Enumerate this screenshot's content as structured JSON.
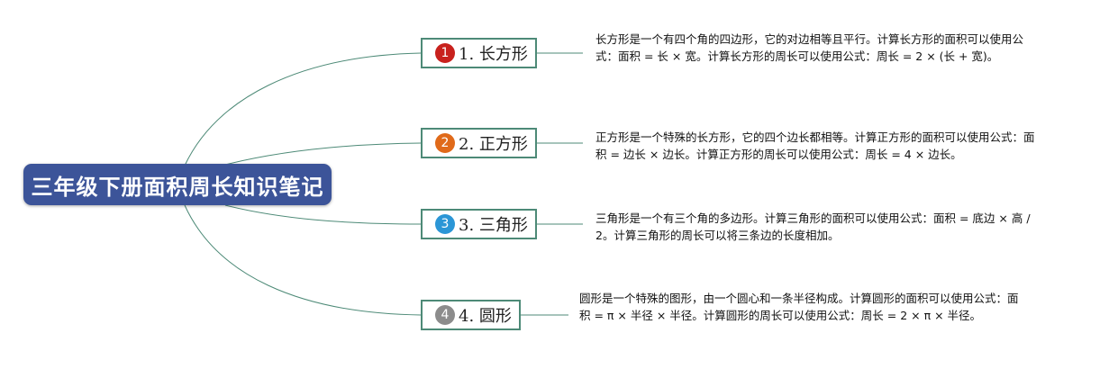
{
  "root": {
    "title": "三年级下册面积周长知识笔记"
  },
  "colors": {
    "root_fill": "#3c5499",
    "connector": "#4d8a77",
    "badge_1": "#c8211d",
    "badge_2": "#e06a1a",
    "badge_3": "#2b96d6",
    "badge_4": "#8c8c8c"
  },
  "branches": [
    {
      "badge": "1",
      "label": "1. 长方形",
      "note": "长方形是一个有四个角的四边形，它的对边相等且平行。计算长方形的面积可以使用公式：面积 = 长 × 宽。计算长方形的周长可以使用公式：周长 = 2 × (长 + 宽)。"
    },
    {
      "badge": "2",
      "label": "2. 正方形",
      "note": "正方形是一个特殊的长方形，它的四个边长都相等。计算正方形的面积可以使用公式：面积 = 边长 × 边长。计算正方形的周长可以使用公式：周长 = 4 × 边长。"
    },
    {
      "badge": "3",
      "label": "3. 三角形",
      "note": "三角形是一个有三个角的多边形。计算三角形的面积可以使用公式：面积 = 底边 × 高 / 2。计算三角形的周长可以将三条边的长度相加。"
    },
    {
      "badge": "4",
      "label": "4. 圆形",
      "note": "圆形是一个特殊的图形，由一个圆心和一条半径构成。计算圆形的面积可以使用公式：面积 = π × 半径 × 半径。计算圆形的周长可以使用公式：周长 = 2 × π × 半径。"
    }
  ]
}
